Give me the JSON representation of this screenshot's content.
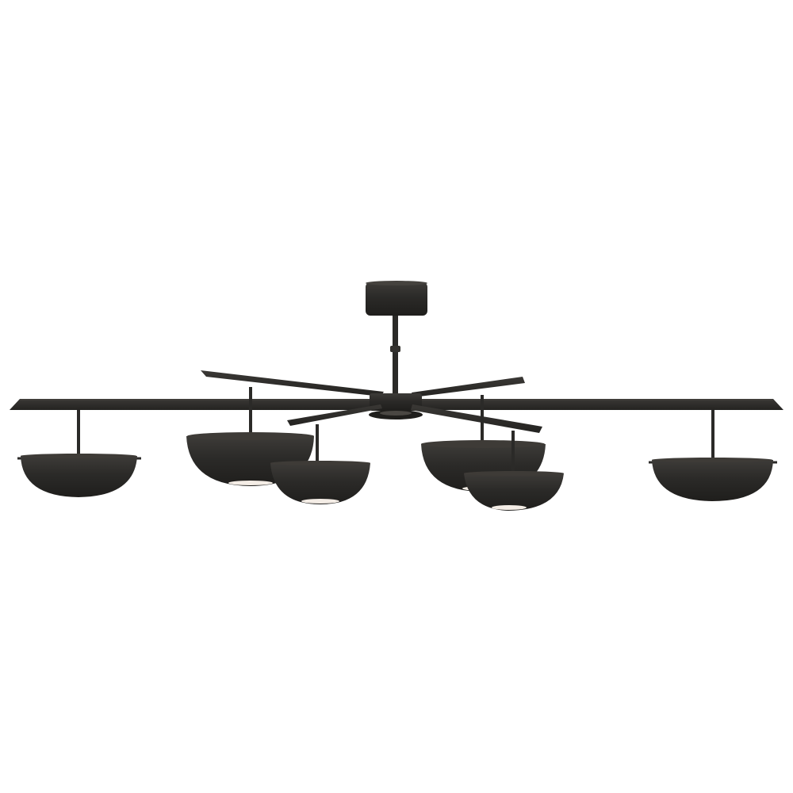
{
  "image": {
    "subject": "ceiling-light-fixture",
    "background_color": "#ffffff",
    "finish_color": "#2b2a28",
    "finish_highlight_color": "#3d3b38",
    "diffuser_color": "#f4ede6"
  },
  "fixture": {
    "shade_count": 6,
    "arm_count": 6
  }
}
